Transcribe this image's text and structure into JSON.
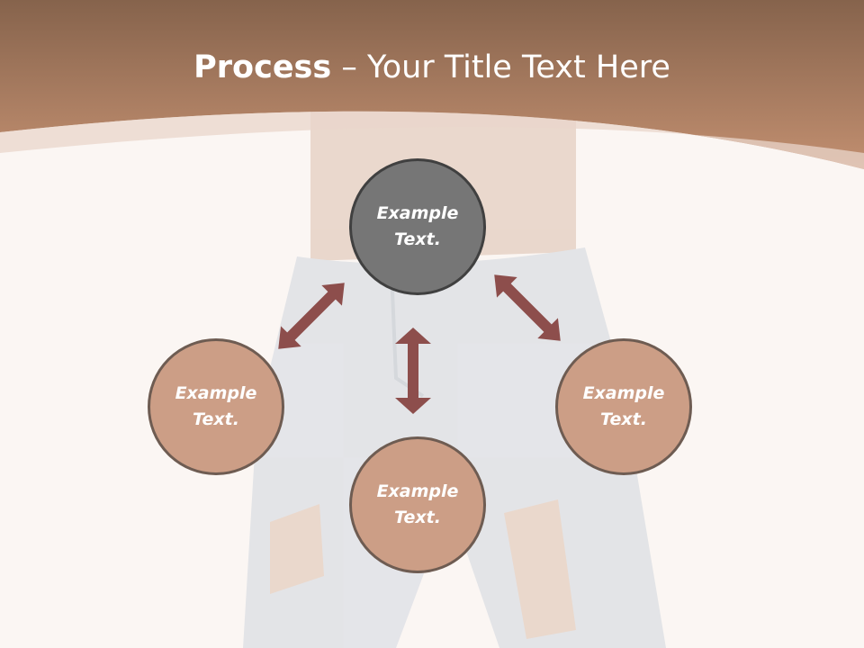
{
  "title": {
    "bold": "Process",
    "separator": " – ",
    "rest": "Your Title Text Here"
  },
  "nodes": [
    {
      "id": "top",
      "line1": "Example",
      "line2": "Text."
    },
    {
      "id": "left",
      "line1": "Example",
      "line2": "Text."
    },
    {
      "id": "bottom",
      "line1": "Example",
      "line2": "Text."
    },
    {
      "id": "right",
      "line1": "Example",
      "line2": "Text."
    }
  ],
  "colors": {
    "header": "#b9876a",
    "center_circle": "#767676",
    "outer_circle": "#cc9e86",
    "arrow": "#8d4e4c",
    "background": "#fbf6f3"
  }
}
